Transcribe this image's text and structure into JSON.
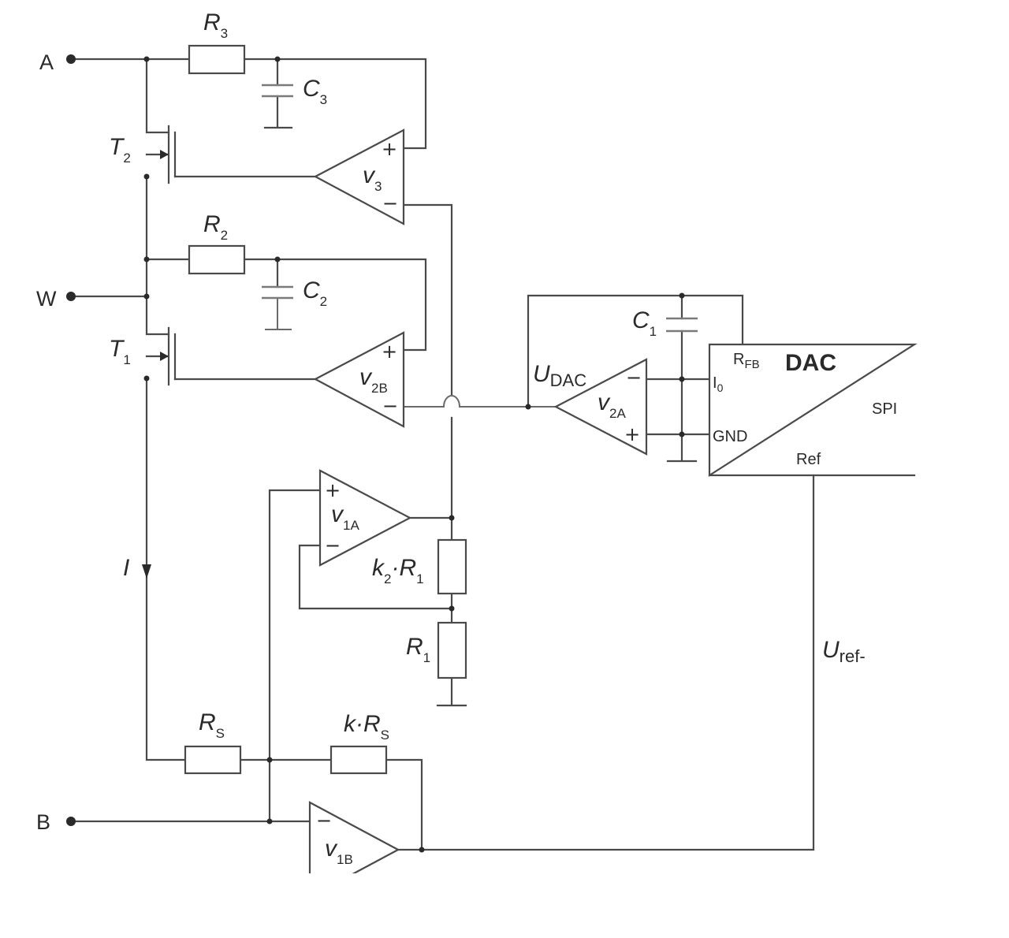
{
  "terminals": {
    "a": "A",
    "w": "W",
    "b": "B"
  },
  "resistors": {
    "r3": {
      "main": "R",
      "sub": "3"
    },
    "r2": {
      "main": "R",
      "sub": "2"
    },
    "rs": {
      "main": "R",
      "sub": "S"
    },
    "krs": {
      "main": "k·R",
      "sub": "S"
    },
    "k2r1": {
      "main": "k",
      "sub1": "2",
      "mid": "·R",
      "sub2": "1"
    },
    "r1": {
      "main": "R",
      "sub": "1"
    }
  },
  "capacitors": {
    "c3": {
      "main": "C",
      "sub": "3"
    },
    "c2": {
      "main": "C",
      "sub": "2"
    },
    "c1": {
      "main": "C",
      "sub": "1"
    }
  },
  "transistors": {
    "t2": {
      "main": "T",
      "sub": "2"
    },
    "t1": {
      "main": "T",
      "sub": "1"
    }
  },
  "opamps": {
    "v3": {
      "main": "v",
      "sub": "3",
      "plus": "+",
      "minus": "−"
    },
    "v2b": {
      "main": "v",
      "sub": "2B",
      "plus": "+",
      "minus": "−"
    },
    "v2a": {
      "main": "v",
      "sub": "2A",
      "plus": "+",
      "minus": "−"
    },
    "v1a": {
      "main": "v",
      "sub": "1A",
      "plus": "+",
      "minus": "−"
    },
    "v1b": {
      "main": "v",
      "sub": "1B",
      "minus": "−"
    }
  },
  "dac": {
    "title": "DAC",
    "rfb": {
      "main": "R",
      "sub": "FB"
    },
    "i0": {
      "main": "I",
      "sub": "0"
    },
    "gnd": "GND",
    "spi": "SPI",
    "ref": "Ref"
  },
  "voltages": {
    "udac": {
      "main": "U",
      "sub": "DAC"
    },
    "uref": {
      "main": "U",
      "sub": "ref-"
    }
  },
  "current": "I"
}
